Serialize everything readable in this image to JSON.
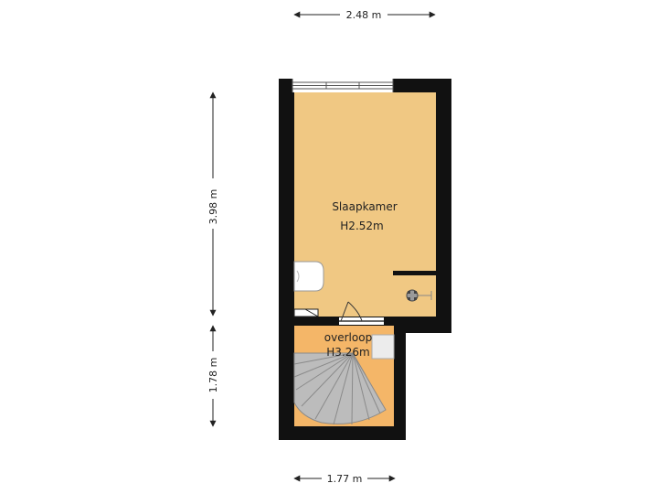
{
  "dimensions": {
    "top_width": "2.48 m",
    "bottom_width": "1.77 m",
    "left_upper_height": "3.98 m",
    "left_lower_height": "1.78 m"
  },
  "rooms": [
    {
      "name": "Slaapkamer",
      "height": "H2.52m"
    },
    {
      "name": "overloop",
      "height": "H3.26m"
    }
  ],
  "colors": {
    "wall": "#111111",
    "bedroom_floor": "#f0c883",
    "landing_floor": "#f4b668",
    "stair": "#bcbcbc",
    "dimension_line": "#222222"
  }
}
